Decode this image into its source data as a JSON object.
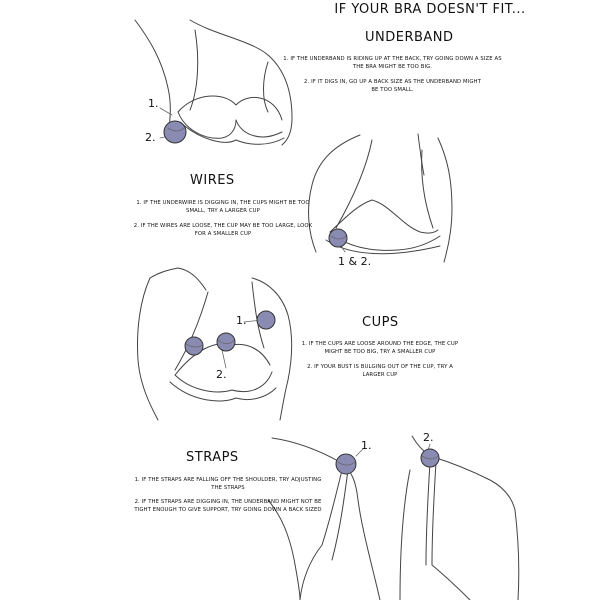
{
  "title": "IF YOUR BRA DOESN'T FIT...",
  "colors": {
    "marker": "#8a8bb3",
    "line": "#444444"
  },
  "sections": {
    "underband": {
      "heading": "UNDERBAND",
      "tips": [
        "1. IF THE UNDERBAND IS RIDING UP AT THE BACK, TRY GOING DOWN A SIZE AS THE BRA MIGHT BE TOO BIG.",
        "2. IF IT DIGS IN, GO UP A BACK SIZE AS THE UNDERBAND MIGHT BE TOO SMALL."
      ],
      "labels": [
        "1.",
        "2."
      ]
    },
    "wires": {
      "heading": "WIRES",
      "tips": [
        "1. IF THE UNDERWIRE IS DIGGING IN, THE CUPS MIGHT BE TOO SMALL, TRY A LARGER CUP",
        "2. IF THE WIRES ARE LOOSE, THE CUP MAY BE TOO LARGE, LOOK FOR A SMALLER CUP"
      ],
      "labels": [
        "1 & 2."
      ]
    },
    "cups": {
      "heading": "CUPS",
      "tips": [
        "1. IF THE CUPS ARE LOOSE AROUND THE EDGE, THE CUP MIGHT BE TOO BIG, TRY A SMALLER CUP",
        "2. IF YOUR BUST IS BULGING OUT OF THE CUP, TRY A LARGER CUP"
      ],
      "labels": [
        "1.",
        "2."
      ]
    },
    "straps": {
      "heading": "STRAPS",
      "tips": [
        "1. IF THE STRAPS ARE FALLING OFF THE SHOULDER, TRY ADJUSTING THE STRAPS",
        "2. IF THE STRAPS ARE DIGGING IN, THE UNDERBAND MIGHT NOT BE TIGHT ENOUGH TO GIVE SUPPORT, TRY GOING DOWN A BACK SIZED"
      ],
      "labels": [
        "1.",
        "2."
      ]
    }
  }
}
